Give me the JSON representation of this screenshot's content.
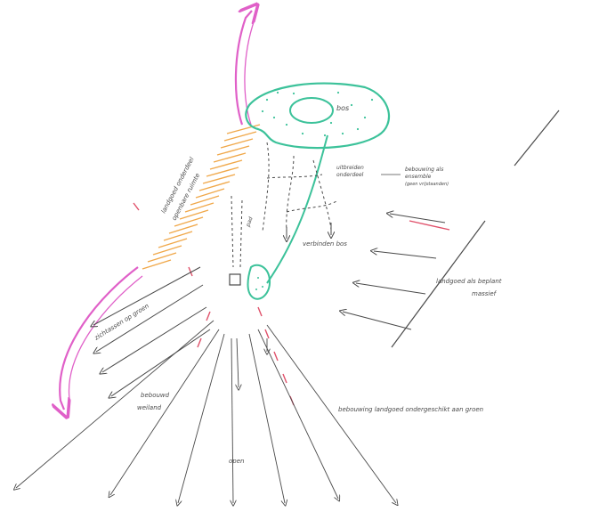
{
  "colors": {
    "ink": "#4a4a4a",
    "pink": "#e060c8",
    "green": "#3cc29a",
    "orange": "#f0a84a",
    "red": "#e0506a",
    "paper": "#ffffff"
  },
  "labels": {
    "bos": "bos",
    "landgoed_onderdeel": "landgoed onderdeel",
    "openbare_ruimte": "openbare ruimte",
    "uitbreiden_onderdeel_1": "uitbreiden",
    "uitbreiden_onderdeel_2": "onderdeel",
    "bebouwing_ensemble_1": "bebouwing als",
    "bebouwing_ensemble_2": "ensemble",
    "bebouwing_ensemble_3": "(geen vrijstaanden)",
    "verbinden_bos": "verbinden bos",
    "pad": "pad",
    "landgoed_beplant_1": "landgoed als beplant",
    "landgoed_beplant_2": "massief",
    "zichtassen_groen": "zichtassen op groen",
    "bebouwd_weiland_1": "bebouwd",
    "bebouwd_weiland_2": "weiland",
    "bebouwing_ondergeschikt": "bebouwing landgoed ondergeschikt aan groen",
    "open": "open"
  }
}
